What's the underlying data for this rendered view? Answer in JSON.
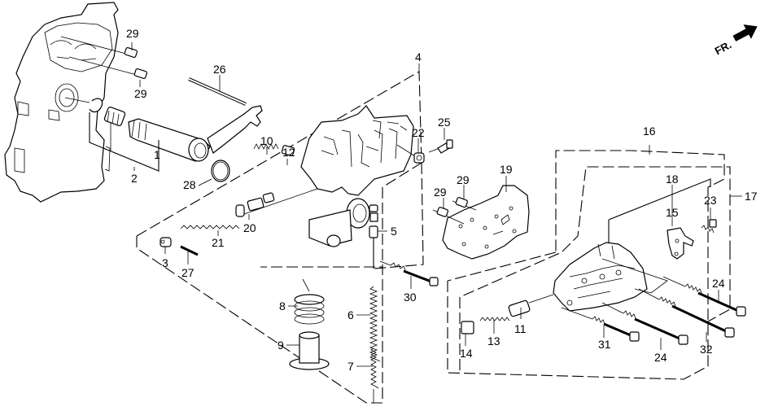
{
  "diagram": {
    "type": "exploded parts diagram",
    "direction_indicator": "FR.",
    "colors": {
      "ink": "#000000",
      "background": "#ffffff"
    },
    "callouts": [
      {
        "id": "c29a",
        "label": "29"
      },
      {
        "id": "c29b",
        "label": "29"
      },
      {
        "id": "c26",
        "label": "26"
      },
      {
        "id": "c1",
        "label": "1"
      },
      {
        "id": "c2",
        "label": "2"
      },
      {
        "id": "c28",
        "label": "28"
      },
      {
        "id": "c4",
        "label": "4"
      },
      {
        "id": "c10",
        "label": "10"
      },
      {
        "id": "c12",
        "label": "12"
      },
      {
        "id": "c22",
        "label": "22"
      },
      {
        "id": "c25",
        "label": "25"
      },
      {
        "id": "c20",
        "label": "20"
      },
      {
        "id": "c21",
        "label": "21"
      },
      {
        "id": "c3",
        "label": "3"
      },
      {
        "id": "c27",
        "label": "27"
      },
      {
        "id": "c5",
        "label": "5"
      },
      {
        "id": "c30",
        "label": "30"
      },
      {
        "id": "c8",
        "label": "8"
      },
      {
        "id": "c9",
        "label": "9"
      },
      {
        "id": "c6",
        "label": "6"
      },
      {
        "id": "c7",
        "label": "7"
      },
      {
        "id": "c29c",
        "label": "29"
      },
      {
        "id": "c29d",
        "label": "29"
      },
      {
        "id": "c19",
        "label": "19"
      },
      {
        "id": "c16",
        "label": "16"
      },
      {
        "id": "c17",
        "label": "17"
      },
      {
        "id": "c18",
        "label": "18"
      },
      {
        "id": "c15",
        "label": "15"
      },
      {
        "id": "c23",
        "label": "23"
      },
      {
        "id": "c24a",
        "label": "24"
      },
      {
        "id": "c11",
        "label": "11"
      },
      {
        "id": "c13",
        "label": "13"
      },
      {
        "id": "c14",
        "label": "14"
      },
      {
        "id": "c31",
        "label": "31"
      },
      {
        "id": "c24b",
        "label": "24"
      },
      {
        "id": "c32",
        "label": "32"
      }
    ]
  }
}
